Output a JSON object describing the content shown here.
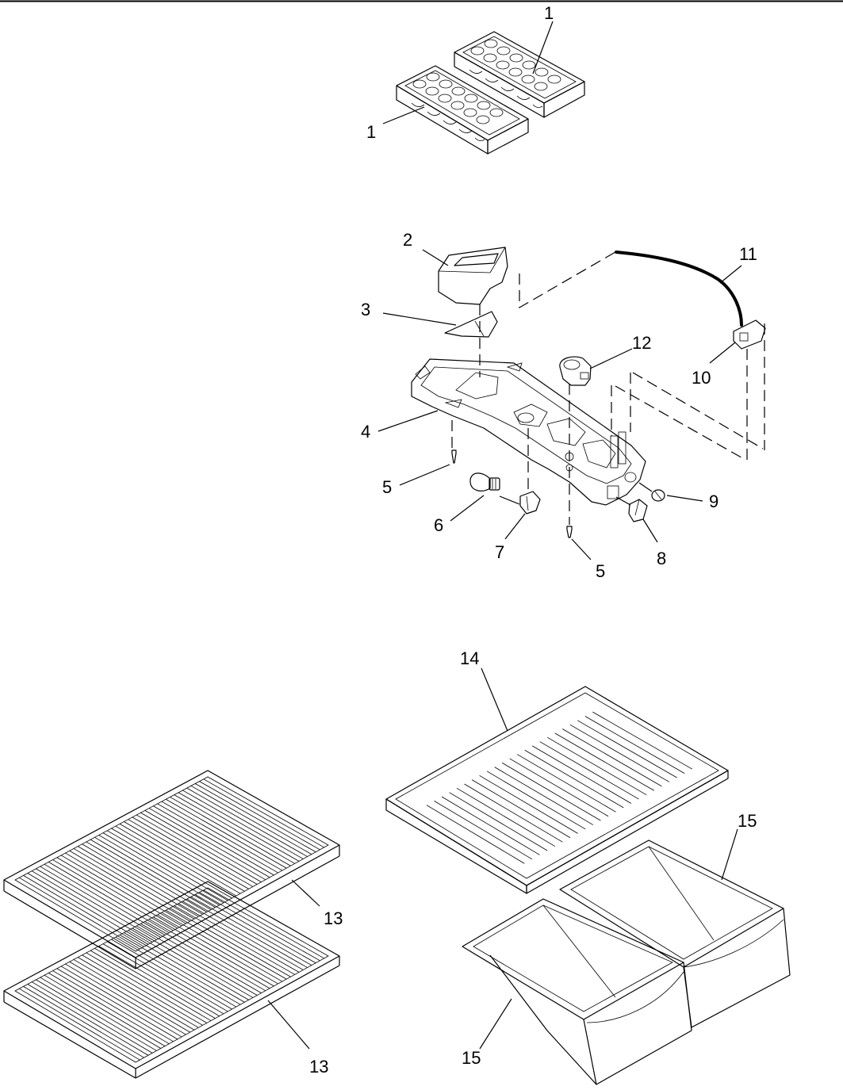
{
  "diagram": {
    "callouts": {
      "tray_top": "1",
      "tray_bottom": "1",
      "ice_chute": "2",
      "deflector": "3",
      "control_housing": "4",
      "screw_left": "5",
      "lamp_bulb": "6",
      "lamp_socket": "7",
      "switch": "8",
      "control_knob": "9",
      "thermostat": "10",
      "capillary_tube": "11",
      "defrost_timer": "12",
      "shelf_upper": "13",
      "shelf_lower": "13",
      "crisper_cover": "14",
      "crisper_right": "15",
      "crisper_left": "15",
      "screw_right": "5"
    }
  }
}
